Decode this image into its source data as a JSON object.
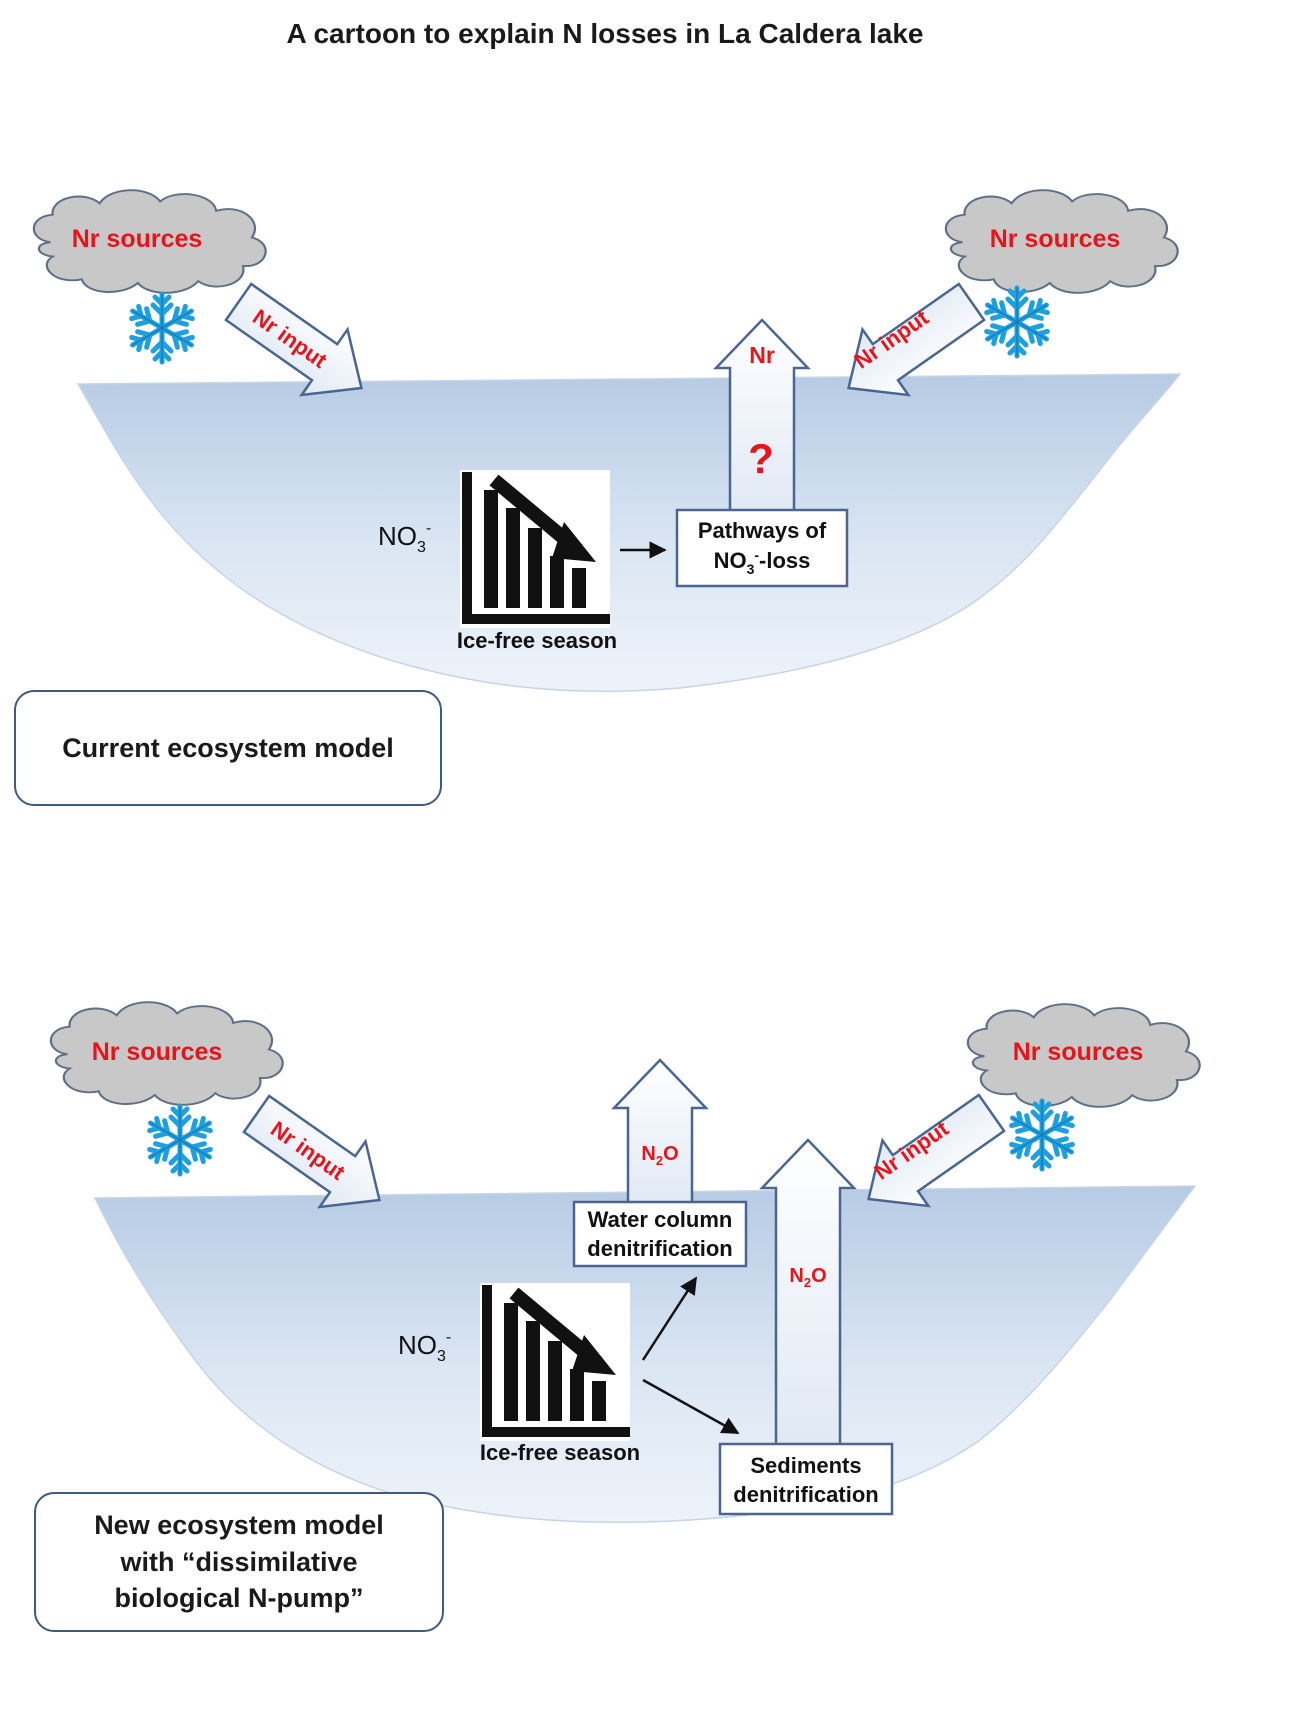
{
  "title": "A cartoon to explain N losses in La Caldera lake",
  "panels": {
    "current": {
      "sources_left": "Nr sources",
      "sources_right": "Nr  sources",
      "input_left": "Nr input",
      "input_right": "Nr input",
      "output_label": "Nr",
      "question_mark": "?",
      "pathway_line1": "Pathways of",
      "pathway_line2_base": "NO",
      "pathway_line2_sub": "3",
      "pathway_line2_sup": "-",
      "pathway_line2_tail": "-loss",
      "nitrate_base": "NO",
      "nitrate_sub": "3",
      "nitrate_sup": "-",
      "season_label": "Ice-free season",
      "model_label": "Current ecosystem model"
    },
    "new": {
      "sources_left": "Nr sources",
      "sources_right": "Nr  sources",
      "input_left": "Nr input",
      "input_right": "Nr input",
      "n2o_base": "N",
      "n2o_sub": "2",
      "n2o_tail": "O",
      "water_line1": "Water column",
      "water_line2": "denitrification",
      "sediment_line1": "Sediments",
      "sediment_line2": "denitrification",
      "nitrate_base": "NO",
      "nitrate_sub": "3",
      "nitrate_sup": "-",
      "season_label": "Ice-free season",
      "model_line1": "New ecosystem model",
      "model_line2": "with “dissimilative",
      "model_line3": "biological N-pump”"
    }
  },
  "colors": {
    "accent_red": "#e8141c",
    "box_border": "#3e5a82",
    "snowflake": "#1e9fe0",
    "cloud": "#c8c8c8"
  }
}
